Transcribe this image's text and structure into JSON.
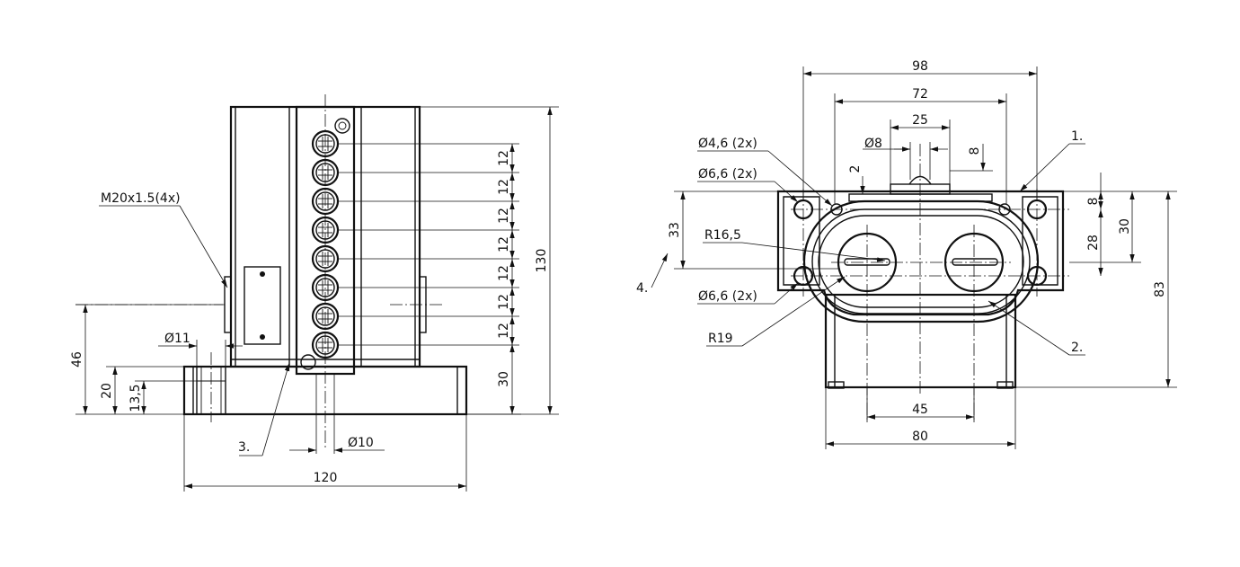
{
  "front_view": {
    "thread_callout": "M20x1.5(4x)",
    "hole_dia": "Ø11",
    "pin_dia": "Ø10",
    "width": "120",
    "height_total": "130",
    "height_46": "46",
    "height_20": "20",
    "height_13_5": "13,5",
    "pitch": [
      "12",
      "12",
      "12",
      "12",
      "12",
      "12",
      "12"
    ],
    "bottom_offset": "30",
    "label_3": "3."
  },
  "side_view": {
    "width_98": "98",
    "width_72": "72",
    "width_25": "25",
    "dia_8": "Ø8",
    "dim_2": "2",
    "dim_8_top": "8",
    "dia_4_6": "Ø4,6 (2x)",
    "dia_6_6_top": "Ø6,6 (2x)",
    "dia_6_6_bottom": "Ø6,6 (2x)",
    "radius_16_5": "R16,5",
    "radius_19": "R19",
    "height_33": "33",
    "label_4": "4.",
    "label_1": "1.",
    "label_2": "2.",
    "dim_8_right": "8",
    "dim_28": "28",
    "dim_30": "30",
    "height_83": "83",
    "width_45": "45",
    "width_80": "80"
  }
}
